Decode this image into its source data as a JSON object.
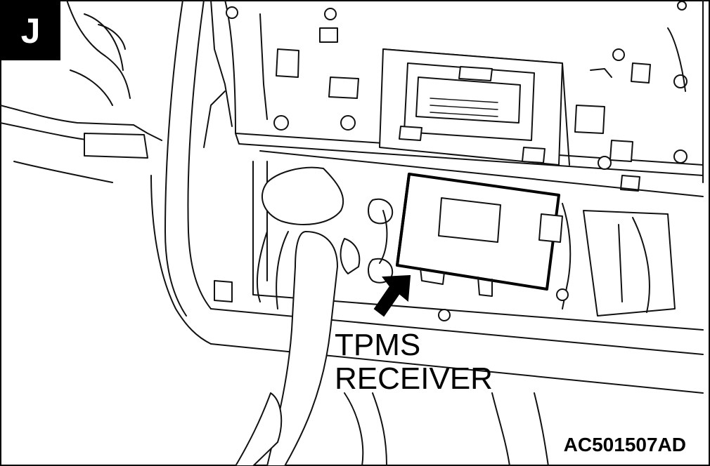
{
  "view_badge": "J",
  "callout": {
    "line1": "TPMS",
    "line2": "RECEIVER"
  },
  "reference_code": "AC501507AD",
  "colors": {
    "line": "#111111",
    "background": "#ffffff",
    "badge_bg": "#000000",
    "badge_fg": "#ffffff"
  }
}
